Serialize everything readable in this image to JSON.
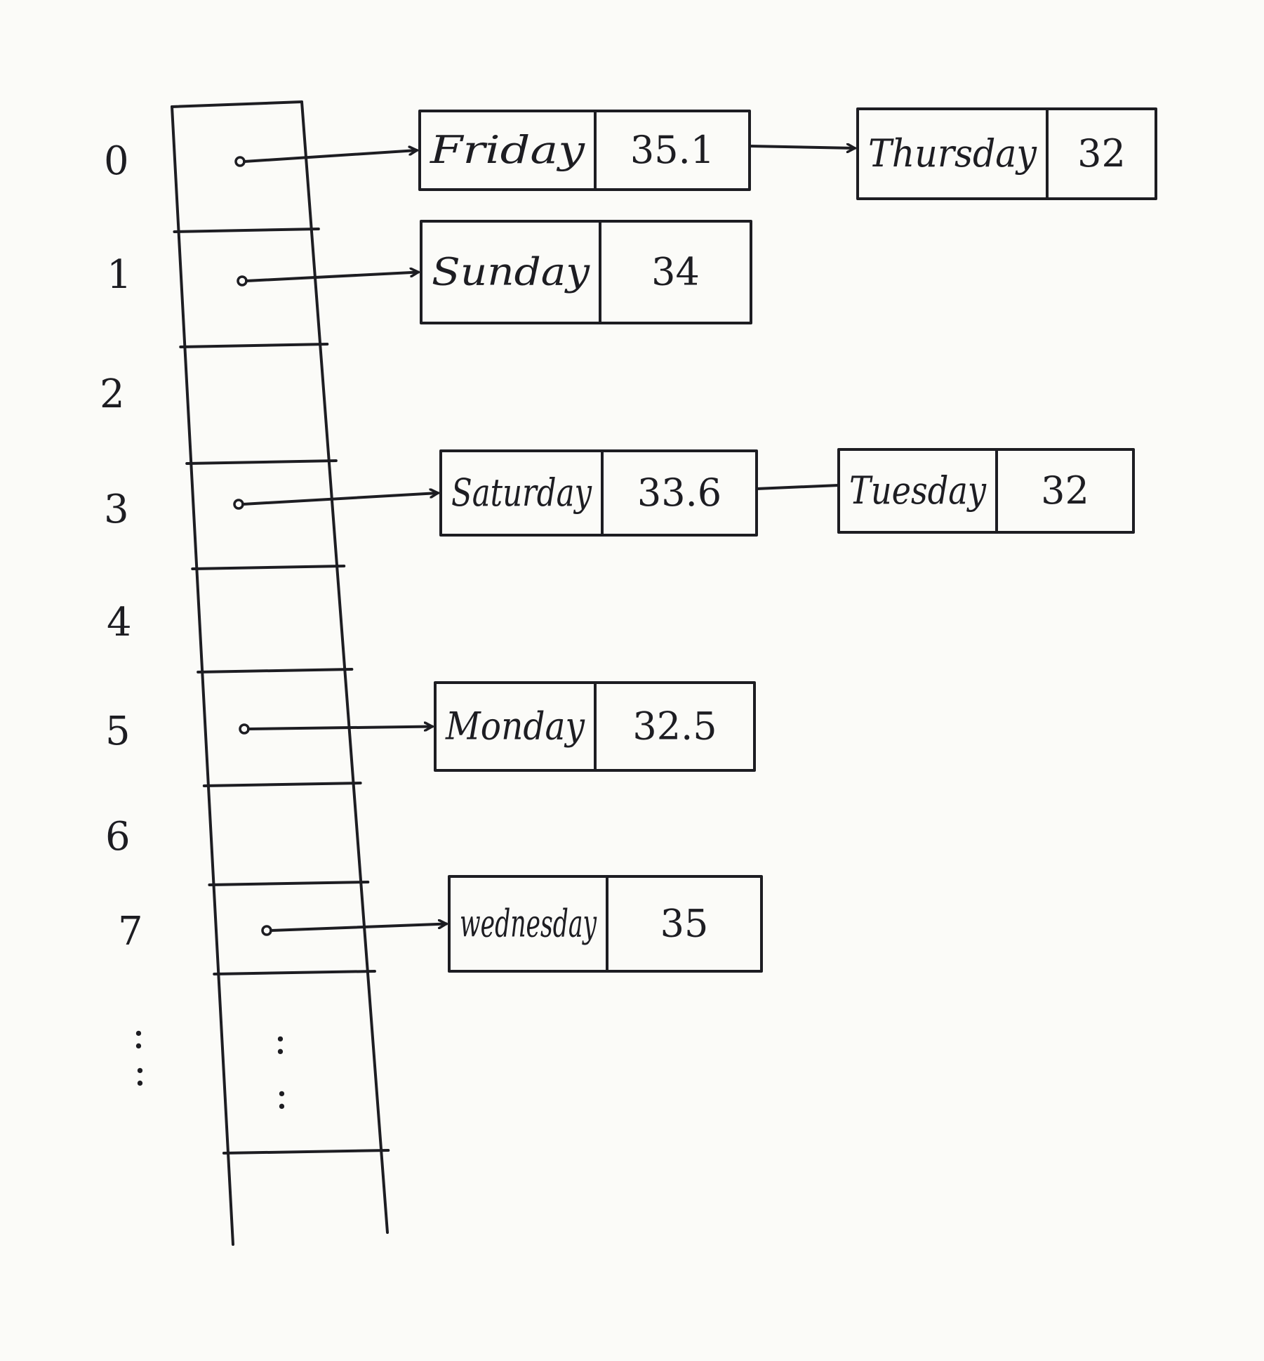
{
  "hash_table": {
    "indices": [
      "0",
      "1",
      "2",
      "3",
      "4",
      "5",
      "6",
      "7"
    ],
    "continuation": ":",
    "buckets": [
      {
        "index": "0",
        "nodes": [
          {
            "key": "Friday",
            "value": "35.1"
          },
          {
            "key": "Thursday",
            "value": "32"
          }
        ]
      },
      {
        "index": "1",
        "nodes": [
          {
            "key": "Sunday",
            "value": "34"
          }
        ]
      },
      {
        "index": "2",
        "nodes": []
      },
      {
        "index": "3",
        "nodes": [
          {
            "key": "Saturday",
            "value": "33.6"
          },
          {
            "key": "Tuesday",
            "value": "32"
          }
        ]
      },
      {
        "index": "4",
        "nodes": []
      },
      {
        "index": "5",
        "nodes": [
          {
            "key": "Monday",
            "value": "32.5"
          }
        ]
      },
      {
        "index": "6",
        "nodes": []
      },
      {
        "index": "7",
        "nodes": [
          {
            "key": "wednesday",
            "value": "35"
          }
        ]
      }
    ]
  },
  "colors": {
    "ink": "#1d1d22",
    "paper": "#fbfbf8"
  }
}
